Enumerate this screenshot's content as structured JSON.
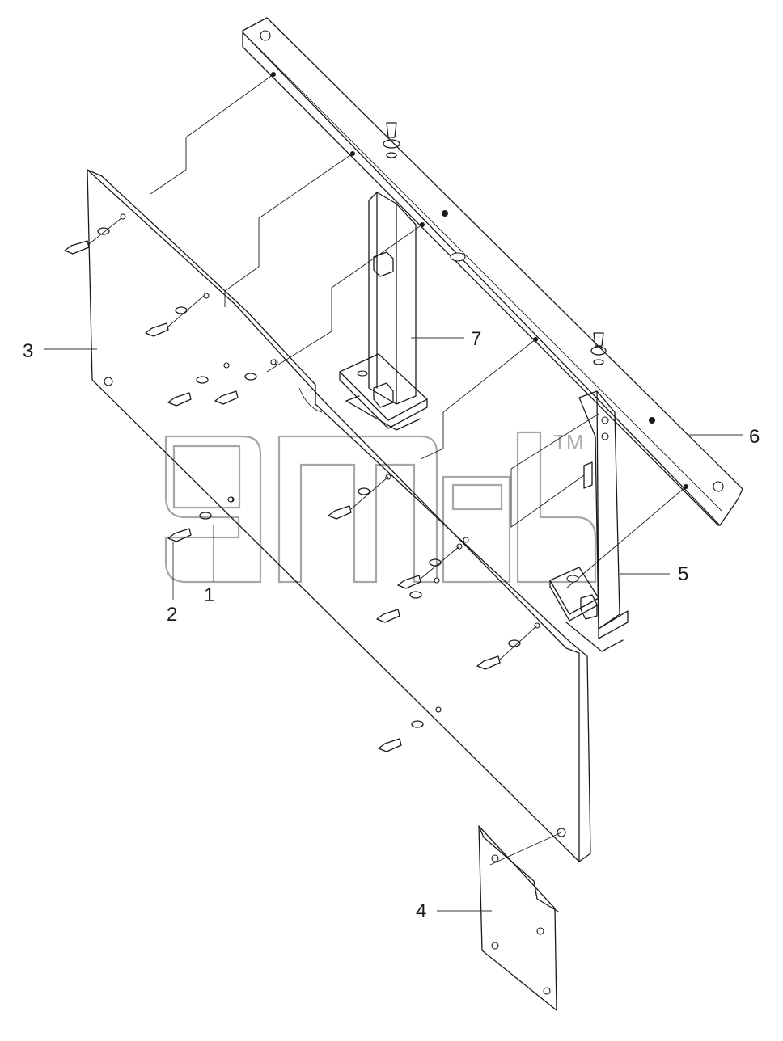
{
  "callouts": [
    {
      "label": "1"
    },
    {
      "label": "2"
    },
    {
      "label": "3"
    },
    {
      "label": "4"
    },
    {
      "label": "5"
    },
    {
      "label": "6"
    },
    {
      "label": "7"
    }
  ],
  "watermark": {
    "trademark": "TM"
  },
  "colors": {
    "line": "#1a1a1a",
    "watermark": "#8a8a8a",
    "background": "#ffffff"
  }
}
